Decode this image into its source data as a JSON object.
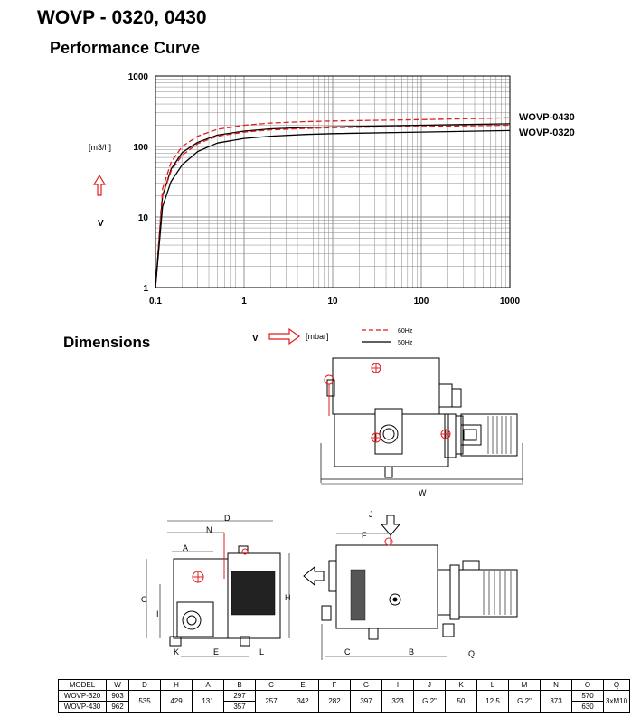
{
  "page": {
    "title": "WOVP - 0320, 0430",
    "performance_title": "Performance Curve",
    "dimensions_title": "Dimensions"
  },
  "chart_data": {
    "type": "line",
    "title": "Performance Curve",
    "x_scale": "log",
    "y_scale": "log",
    "xlim": [
      0.1,
      1000
    ],
    "ylim": [
      1,
      1000
    ],
    "x_ticks": [
      "0.1",
      "1",
      "10",
      "100",
      "1000"
    ],
    "y_ticks": [
      "1",
      "10",
      "100",
      "1000"
    ],
    "xlabel": "V",
    "xunit": "[mbar]",
    "ylabel": "V",
    "yunit": "[m3/h]",
    "grid": true,
    "legend": [
      {
        "label": "60Hz",
        "style": "dashed",
        "color": "#e21b1b"
      },
      {
        "label": "50Hz",
        "style": "solid",
        "color": "#000000"
      }
    ],
    "series": [
      {
        "name": "WOVP-0430",
        "freq": "60Hz",
        "color": "#e21b1b",
        "dash": true,
        "x": [
          0.1,
          0.12,
          0.15,
          0.2,
          0.3,
          0.5,
          1,
          2,
          5,
          10,
          100,
          1000
        ],
        "y": [
          1,
          25,
          60,
          100,
          140,
          175,
          200,
          215,
          225,
          230,
          240,
          255
        ]
      },
      {
        "name": "WOVP-0430",
        "freq": "50Hz",
        "color": "#000000",
        "dash": false,
        "x": [
          0.1,
          0.12,
          0.15,
          0.2,
          0.3,
          0.5,
          1,
          2,
          5,
          10,
          100,
          1000
        ],
        "y": [
          1,
          20,
          48,
          82,
          115,
          145,
          165,
          178,
          186,
          190,
          200,
          210
        ]
      },
      {
        "name": "WOVP-0320",
        "freq": "60Hz",
        "color": "#e21b1b",
        "dash": true,
        "x": [
          0.1,
          0.12,
          0.15,
          0.2,
          0.3,
          0.5,
          1,
          2,
          5,
          10,
          100,
          1000
        ],
        "y": [
          1,
          20,
          45,
          75,
          110,
          140,
          160,
          172,
          180,
          185,
          192,
          200
        ]
      },
      {
        "name": "WOVP-0320",
        "freq": "50Hz",
        "color": "#000000",
        "dash": false,
        "x": [
          0.1,
          0.12,
          0.15,
          0.2,
          0.3,
          0.5,
          1,
          2,
          5,
          10,
          100,
          1000
        ],
        "y": [
          1,
          14,
          32,
          55,
          85,
          112,
          130,
          140,
          148,
          152,
          160,
          168
        ]
      }
    ],
    "series_labels": [
      "WOVP-0430",
      "WOVP-0320"
    ]
  },
  "drawing_labels": {
    "W": "W",
    "D": "D",
    "N": "N",
    "A": "A",
    "G": "G",
    "H": "H",
    "I": "I",
    "K": "K",
    "E": "E",
    "L": "L",
    "J": "J",
    "F": "F",
    "C": "C",
    "B": "B",
    "Q": "Q"
  },
  "table": {
    "headers": [
      "MODEL",
      "W",
      "D",
      "H",
      "A",
      "B",
      "C",
      "E",
      "F",
      "G",
      "I",
      "J",
      "K",
      "L",
      "M",
      "N",
      "O",
      "Q"
    ],
    "rows": [
      {
        "model": "WOVP-320",
        "W": "903",
        "B": "297",
        "O": "570"
      },
      {
        "model": "WOVP-430",
        "W": "962",
        "B": "357",
        "O": "630"
      }
    ],
    "shared": {
      "D": "535",
      "H": "429",
      "A": "131",
      "C": "257",
      "E": "342",
      "F": "282",
      "G": "397",
      "I": "323",
      "J": "G 2\"",
      "K": "50",
      "L": "12.5",
      "M": "G 2\"",
      "N": "373",
      "Q": "3xM10"
    }
  }
}
